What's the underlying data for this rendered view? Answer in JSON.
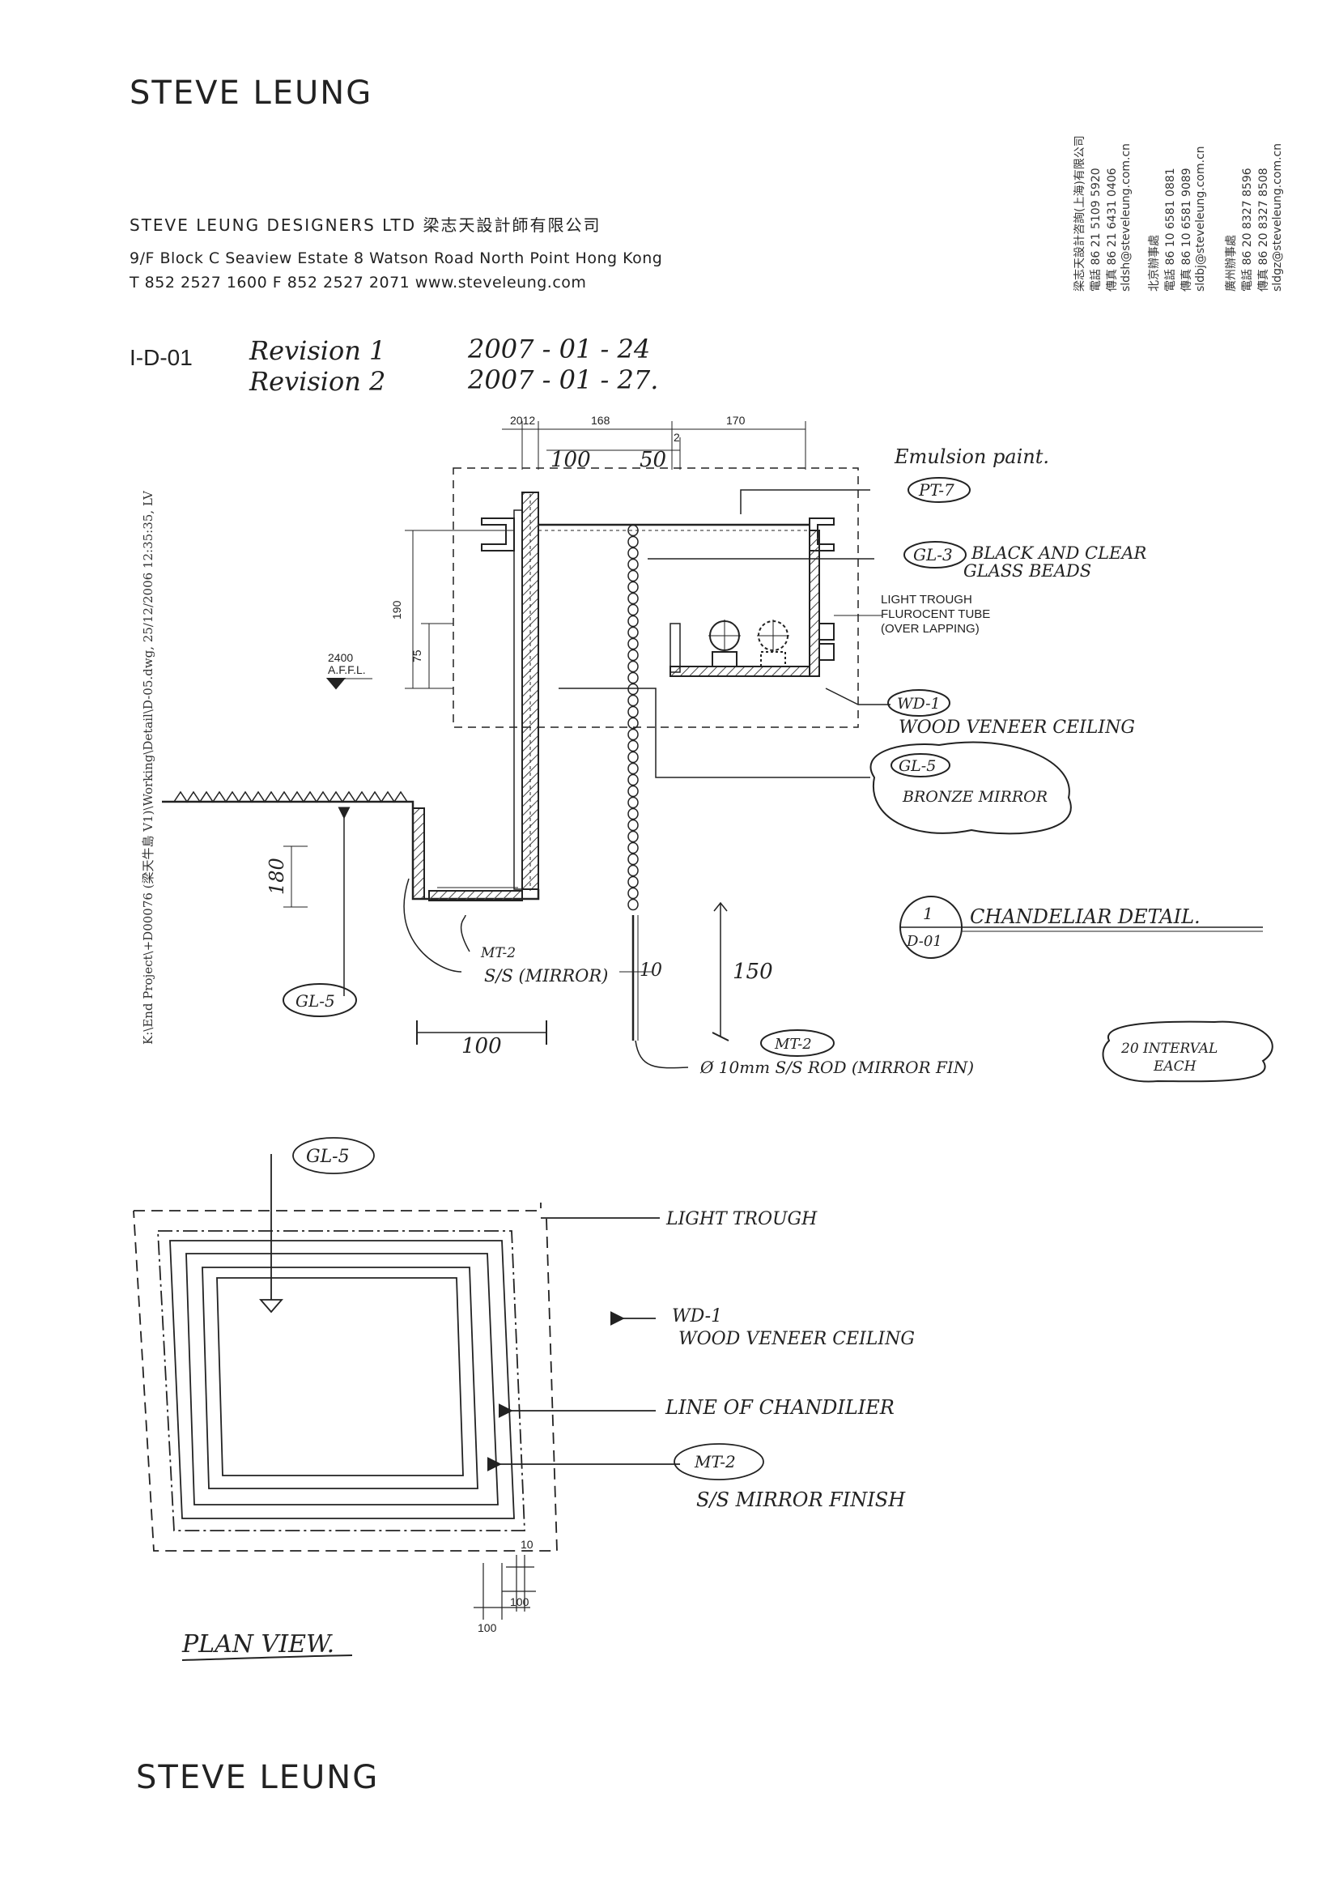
{
  "header": {
    "brand": "STEVE LEUNG",
    "company": "STEVE LEUNG DESIGNERS LTD 梁志天設計師有限公司",
    "address": "9/F  Block C  Seaview Estate  8 Watson Road  North Point  Hong Kong",
    "contact": "T  852 2527 1600   F  852 2527 2071    www.steveleung.com"
  },
  "offices": [
    {
      "name": "梁志天設計咨詢(上海)有限公司",
      "tel": "電話  86 21 5109 5920",
      "fax": "傳真  86 21 6431 0406",
      "email": "sldsh@steveleung.com.cn"
    },
    {
      "name": "北京辦事處",
      "tel": "電話  86 10 6581 0881",
      "fax": "傳真  86 10 6581 9089",
      "email": "sldbj@steveleung.com.cn"
    },
    {
      "name": "廣州辦事處",
      "tel": "電話  86 20 8327 8596",
      "fax": "傳真  86 20 8327 8508",
      "email": "sldgz@steveleung.com.cn"
    }
  ],
  "drawing_no": "I-D-01",
  "revisions": [
    {
      "label": "Revision 1",
      "date": "2007 - 01 - 24"
    },
    {
      "label": "Revision 2",
      "date": "2007 - 01 - 27."
    }
  ],
  "file_path": "K:\\End Project\\+D00076 (梁天牛島 V1)\\Working\\Detail\\D-05.dwg, 25/12/2006 12:35:35, LV",
  "section": {
    "dims": {
      "d20_12": "2012",
      "d168": "168",
      "d170": "170",
      "d2": "2",
      "d100": "100",
      "d50": "50",
      "d190": "190",
      "d75": "75",
      "d180": "180",
      "d100_bottom": "100",
      "d10": "10",
      "d150": "150"
    },
    "level": {
      "value": "2400",
      "label": "A.F.F.L."
    },
    "notes": {
      "emulsion": "Emulsion paint.",
      "pt7": "PT-7",
      "gl3_tag": "GL-3",
      "gl3_desc1": "BLACK AND CLEAR",
      "gl3_desc2": "GLASS BEADS",
      "light_trough1": "LIGHT TROUGH",
      "light_trough2": "FLUROCENT TUBE",
      "light_trough3": "(OVER LAPPING)",
      "wd1_tag": "WD-1",
      "wd1_desc": "WOOD VENEER CEILING",
      "gl5_tag": "GL-5",
      "gl5_desc": "BRONZE MIRROR",
      "mt2_tag": "MT-2",
      "mt2_desc": "S/S (MIRROR)",
      "gl5_tag2": "GL-5",
      "rod_tag": "MT-2",
      "rod_desc": "Ø 10mm S/S ROD (MIRROR FIN)",
      "interval1": "20 INTERVAL",
      "interval2": "EACH"
    },
    "detail": {
      "number": "1",
      "sheet": "D-01",
      "title": "CHANDELIAR DETAIL."
    }
  },
  "plan": {
    "gl5_tag": "GL-5",
    "light_trough": "LIGHT TROUGH",
    "wd1_tag": "WD-1",
    "wd1_desc": "WOOD VENEER CEILING",
    "line_of": "LINE OF CHANDILIER",
    "mt2_tag": "MT-2",
    "mt2_desc": "S/S MIRROR FINISH",
    "dims": {
      "d10": "10",
      "d100a": "100",
      "d100b": "100"
    },
    "title": "PLAN VIEW."
  },
  "footer": {
    "brand": "STEVE LEUNG"
  },
  "colors": {
    "ink": "#1f1f1f",
    "print": "#222222",
    "hatch": "#444444"
  }
}
